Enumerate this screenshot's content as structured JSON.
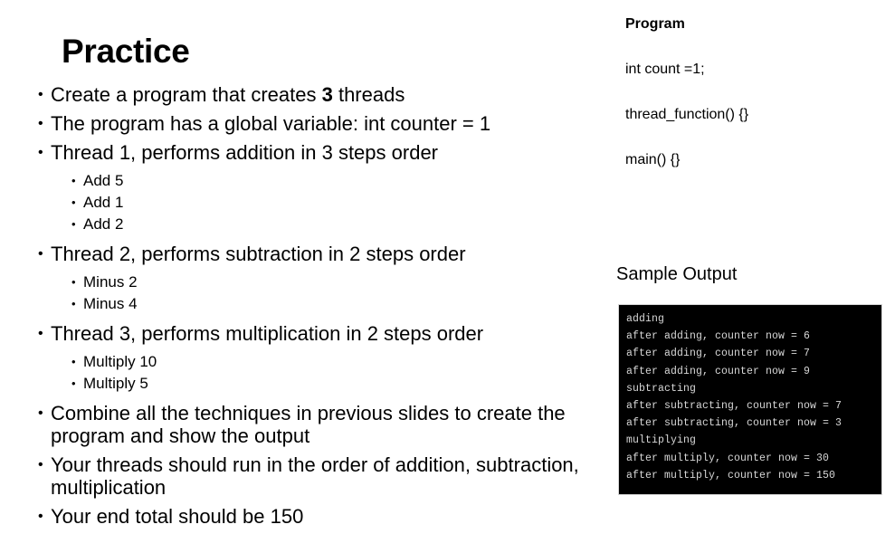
{
  "slide": {
    "title": "Practice",
    "bullets": [
      {
        "level": 1,
        "text_before": "Create a program that creates ",
        "emphasis": "3",
        "text_after": " threads"
      },
      {
        "level": 1,
        "text": "The program has a global variable: int counter = 1"
      },
      {
        "level": 1,
        "text": "Thread 1, performs addition in 3 steps order"
      },
      {
        "level": 2,
        "text": "Add 5"
      },
      {
        "level": 2,
        "text": "Add 1"
      },
      {
        "level": 2,
        "text": "Add 2"
      },
      {
        "level": 1,
        "text": "Thread 2, performs subtraction in 2 steps order"
      },
      {
        "level": 2,
        "text": "Minus 2"
      },
      {
        "level": 2,
        "text": "Minus 4"
      },
      {
        "level": 1,
        "text": "Thread 3, performs multiplication in 2 steps order"
      },
      {
        "level": 2,
        "text": "Multiply 10"
      },
      {
        "level": 2,
        "text": "Multiply 5"
      },
      {
        "level": 1,
        "text": "Combine all the techniques in previous slides to create the program and show the output"
      },
      {
        "level": 1,
        "text": "Your threads should run in the order of addition, subtraction, multiplication"
      },
      {
        "level": 1,
        "text": "Your end total should be 150"
      }
    ],
    "bullet_glyph": "•"
  },
  "program": {
    "heading": "Program",
    "lines": [
      "int count =1;",
      "thread_function() {}",
      "main() {}"
    ]
  },
  "sample_output": {
    "heading": "Sample Output",
    "terminal_lines": [
      "adding",
      "after adding, counter now = 6",
      "after adding, counter now = 7",
      "after adding, counter now = 9",
      "subtracting",
      "after subtracting, counter now = 7",
      "after subtracting, counter now = 3",
      "multiplying",
      "after multiply, counter now = 30",
      "after multiply, counter now = 150"
    ],
    "terminal_background": "#000000",
    "terminal_text_color": "#d8d8d8"
  }
}
